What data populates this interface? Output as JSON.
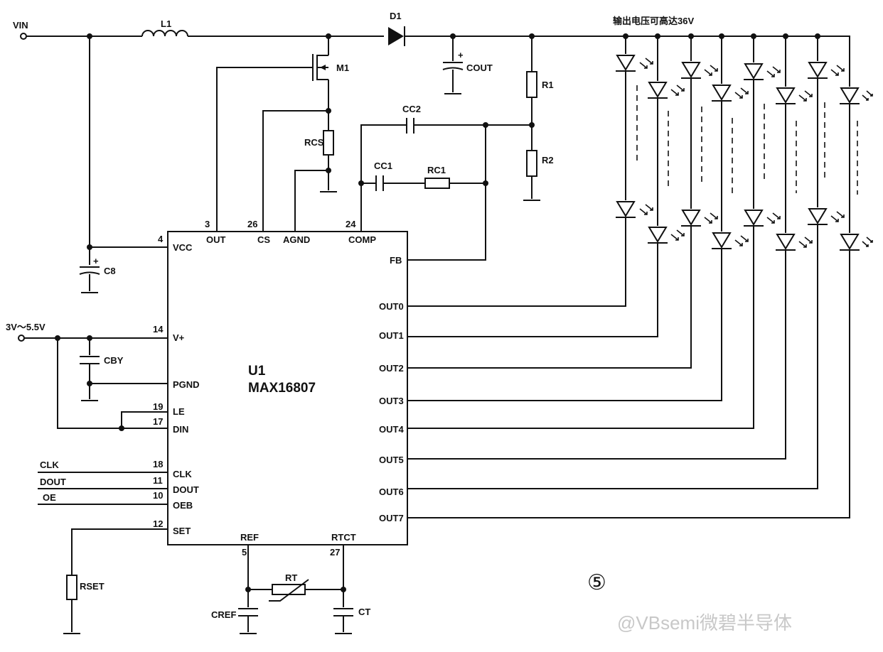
{
  "title_note": "输出电压可高达36V",
  "figure_number": "⑤",
  "watermark": "@VBsemi微碧半导体",
  "ic": {
    "ref": "U1",
    "part": "MAX16807"
  },
  "nets": {
    "vin": "VIN",
    "supply": "3V～5.5V",
    "clk": "CLK",
    "dout": "DOUT",
    "oe": "OE"
  },
  "components": {
    "l1": "L1",
    "d1": "D1",
    "m1": "M1",
    "cout": "COUT",
    "c8": "C8",
    "r1": "R1",
    "r2": "R2",
    "rcs": "RCS",
    "cc1": "CC1",
    "cc2": "CC2",
    "rc1": "RC1",
    "cby": "CBY",
    "rset": "RSET",
    "rt": "RT",
    "cref": "CREF",
    "ct": "CT"
  },
  "pins_left": [
    {
      "num": "4",
      "name": "VCC"
    },
    {
      "num": "14",
      "name": "V+"
    },
    {
      "num": "",
      "name": "PGND"
    },
    {
      "num": "19",
      "name": "LE"
    },
    {
      "num": "17",
      "name": "DIN"
    },
    {
      "num": "18",
      "name": "CLK"
    },
    {
      "num": "11",
      "name": "DOUT"
    },
    {
      "num": "10",
      "name": "OEB"
    },
    {
      "num": "12",
      "name": "SET"
    }
  ],
  "pins_top": [
    {
      "num": "3",
      "name": "OUT"
    },
    {
      "num": "26",
      "name": "CS"
    },
    {
      "num": "",
      "name": "AGND"
    },
    {
      "num": "24",
      "name": "COMP"
    }
  ],
  "pins_right": [
    {
      "name": "FB"
    },
    {
      "name": "OUT0"
    },
    {
      "name": "OUT1"
    },
    {
      "name": "OUT2"
    },
    {
      "name": "OUT3"
    },
    {
      "name": "OUT4"
    },
    {
      "name": "OUT5"
    },
    {
      "name": "OUT6"
    },
    {
      "name": "OUT7"
    }
  ],
  "pins_bottom": [
    {
      "num": "5",
      "name": "REF"
    },
    {
      "num": "27",
      "name": "RTCT"
    }
  ],
  "polarity_mark": "+"
}
